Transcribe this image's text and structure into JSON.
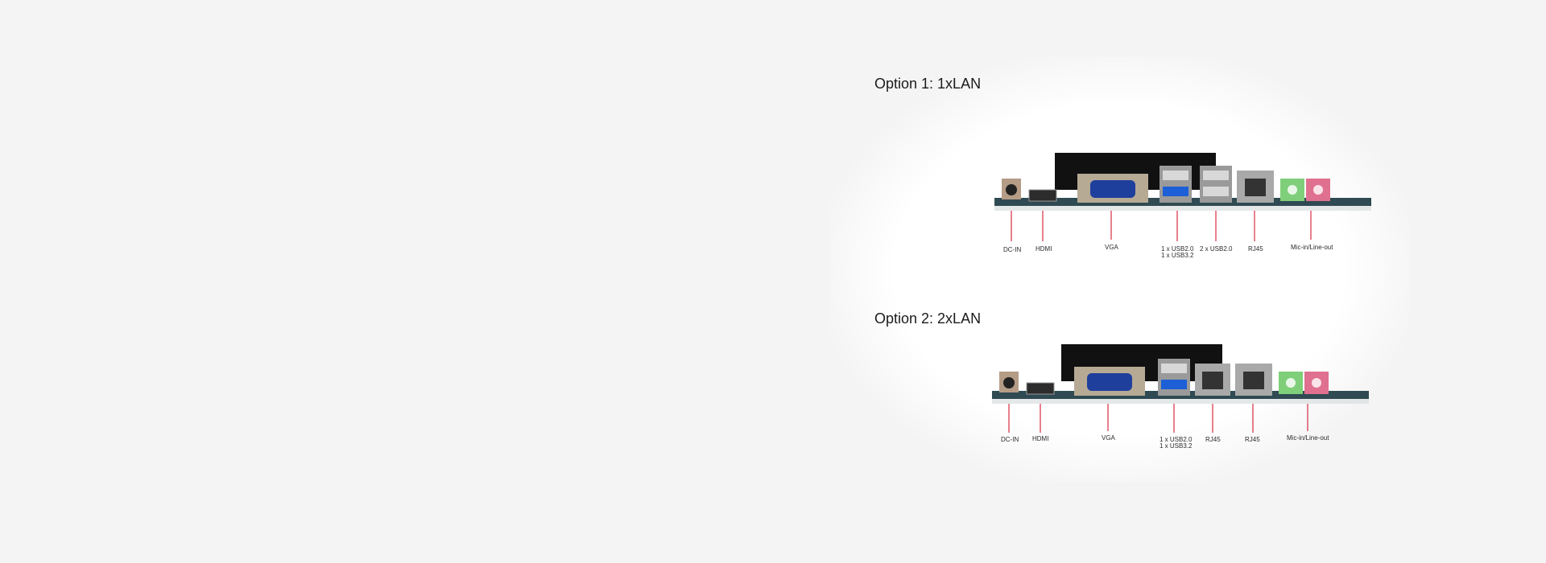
{
  "options": [
    {
      "title": "Option 1: 1xLAN",
      "labels": {
        "dcin": "DC-IN",
        "hdmi": "HDMI",
        "vga": "VGA",
        "usb_a": "1 x USB2.0",
        "usb_b": "1 x USB3.2",
        "usb2": "2 x USB2.0",
        "rj45": "RJ45",
        "audio": "Mic-in/Line-out"
      }
    },
    {
      "title": "Option 2: 2xLAN",
      "labels": {
        "dcin": "DC-IN",
        "hdmi": "HDMI",
        "vga": "VGA",
        "usb_a": "1 x USB2.0",
        "usb_b": "1 x USB3.2",
        "rj45_1": "RJ45",
        "rj45_2": "RJ45",
        "audio": "Mic-in/Line-out"
      }
    }
  ],
  "colors": {
    "pointer": "#d0021b",
    "pcb": "#2f4a52",
    "vga": "#1f3f9c",
    "usb3": "#1c5fd6",
    "mic": "#e0708f",
    "line": "#7fcf7a"
  }
}
